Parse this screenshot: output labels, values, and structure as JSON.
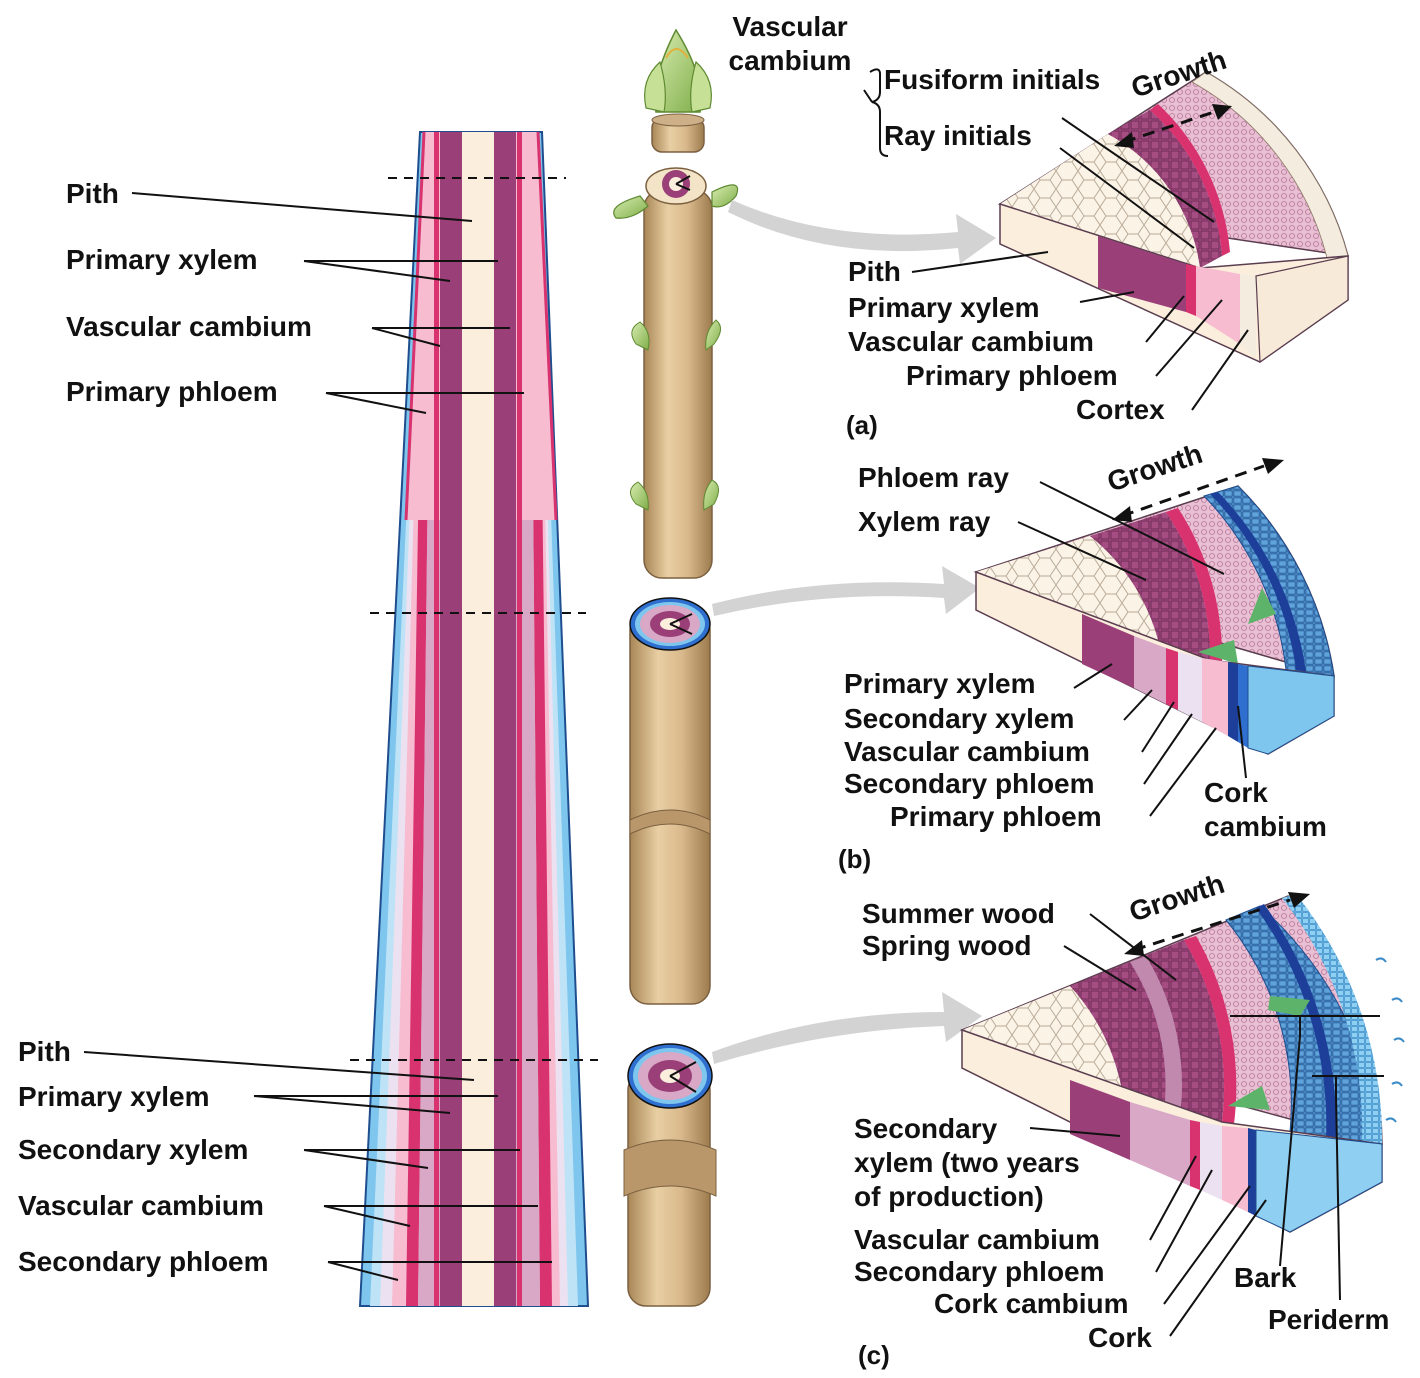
{
  "colors": {
    "pith": "#fbeedd",
    "primary_xylem": "#9a3f78",
    "secondary_xylem": "#d8a8c6",
    "vascular_cambium": "#d8336f",
    "primary_phloem": "#f7bcd0",
    "secondary_phloem": "#ece1f0",
    "cortex": "#f7ead8",
    "cork": "#2f6fd0",
    "bark_periderm": "#7fc6ee",
    "stem_tan": "#d9b98c",
    "bud_green": "#a6cf6d"
  },
  "icons": [
    "bud-icon",
    "growth-arrow-icon",
    "section-arrow-icon"
  ],
  "longitudinal": {
    "top_labels": [
      "Pith",
      "Primary xylem",
      "Vascular cambium",
      "Primary phloem"
    ],
    "bottom_labels": [
      "Pith",
      "Primary xylem",
      "Secondary xylem",
      "Vascular cambium",
      "Secondary phloem"
    ]
  },
  "panel_a": {
    "tag": "(a)",
    "vascular_cambium": "Vascular cambium",
    "fusiform_initials": "Fusiform initials",
    "ray_initials": "Ray initials",
    "growth": "Growth",
    "labels": [
      "Pith",
      "Primary xylem",
      "Vascular cambium",
      "Primary phloem",
      "Cortex"
    ]
  },
  "panel_b": {
    "tag": "(b)",
    "phloem_ray": "Phloem ray",
    "xylem_ray": "Xylem ray",
    "growth": "Growth",
    "labels": [
      "Primary xylem",
      "Secondary xylem",
      "Vascular cambium",
      "Secondary phloem",
      "Primary phloem"
    ],
    "cork_cambium": "Cork\ncambium"
  },
  "panel_c": {
    "tag": "(c)",
    "summer_wood": "Summer wood",
    "spring_wood": "Spring wood",
    "growth": "Growth",
    "secondary_xylem": "Secondary\nxylem (two years\nof production)",
    "labels": [
      "Vascular cambium",
      "Secondary phloem",
      "Cork cambium",
      "Cork"
    ],
    "bark": "Bark",
    "periderm": "Periderm"
  }
}
